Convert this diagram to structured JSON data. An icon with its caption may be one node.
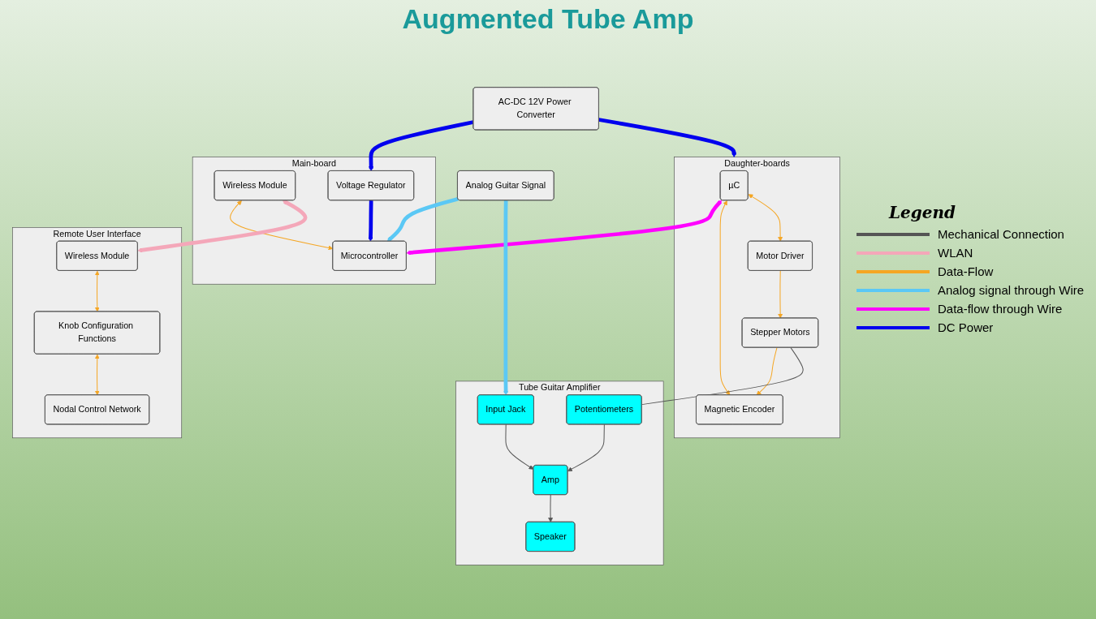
{
  "diagram": {
    "title": "Augmented Tube Amp",
    "nodes": [
      {
        "text": [
          "Main-board"
        ]
      },
      {
        "text": [
          "Wireless Module"
        ],
        "in": 0
      },
      {
        "text": [
          "Microcontroller"
        ],
        "in": 0
      },
      {
        "text": [
          "Voltage Regulator"
        ],
        "in": 0
      },
      {
        "text": [
          "Remote User Interface"
        ]
      },
      {
        "text": [
          "Wireless Module"
        ],
        "in": 4
      },
      {
        "text": [
          "Knob Configuration Functions"
        ],
        "in": 4
      },
      {
        "text": [
          "Nodal Control Network"
        ],
        "in": 4
      },
      {
        "text": [
          "Daughter-boards"
        ]
      },
      {
        "text": [
          "µC"
        ],
        "in": 8
      },
      {
        "text": [
          "Magnetic Encoder"
        ],
        "in": 8
      },
      {
        "text": [
          "Motor Driver"
        ],
        "in": 8
      },
      {
        "text": [
          "Stepper Motors"
        ],
        "in": 8
      },
      {
        "text": [
          "Analog Guitar Signal"
        ]
      },
      {
        "text": [
          "AC-DC 12V Power Converter"
        ]
      },
      {
        "text": [
          "Tube Guitar Amplifier"
        ]
      },
      {
        "text": [
          "Potentiometers"
        ],
        "in": 15
      },
      {
        "text": [
          "Input Jack"
        ],
        "in": 15
      },
      {
        "text": [
          "Amp"
        ],
        "in": 15
      },
      {
        "text": [
          "Speaker"
        ],
        "in": 15
      }
    ],
    "edges": [
      {
        "from": 1,
        "to": 2,
        "arrow": "both"
      },
      {
        "from": 1,
        "to": 5,
        "arrow": "both",
        "style": "thick",
        "color": "#f4a7b9"
      },
      {
        "from": 5,
        "to": 6,
        "arrow": "both"
      },
      {
        "from": 6,
        "to": 7,
        "arrow": "both"
      },
      {
        "from": 9,
        "to": 2,
        "arrow": "both",
        "style": "thick",
        "color": "#ff00ff"
      },
      {
        "from": 9,
        "to": 10,
        "arrow": "both"
      },
      {
        "from": 9,
        "to": 11,
        "arrow": "both"
      },
      {
        "from": 12,
        "to": 10,
        "arrow": "to"
      },
      {
        "from": 11,
        "to": 12,
        "arrow": "to"
      },
      {
        "from": 3,
        "to": 2,
        "arrow": "to",
        "style": "thick",
        "color": "#0000ee"
      },
      {
        "from": 14,
        "to": 3,
        "arrow": "to",
        "style": "thick",
        "color": "#0000ee"
      },
      {
        "from": 14,
        "to": 8,
        "arrow": "to",
        "style": "thick",
        "color": "#0000ee"
      },
      {
        "from": 13,
        "to": 2,
        "arrow": "to",
        "style": "thick",
        "color": "#5bc8f5"
      },
      {
        "from": 13,
        "to": 17,
        "arrow": "to",
        "style": "thick",
        "color": "#5bc8f5"
      },
      {
        "from": 12,
        "to": 16,
        "arrow": "none",
        "color": "#555555"
      },
      {
        "from": 16,
        "to": 18,
        "arrow": "to",
        "color": "#555555"
      },
      {
        "from": 17,
        "to": 18,
        "arrow": "to",
        "color": "#555555"
      },
      {
        "from": 18,
        "to": 19,
        "arrow": "to",
        "color": "#555555"
      }
    ],
    "labels": [
      "Legend"
    ],
    "legend": [
      {
        "text": "Mechanical Connection",
        "color": "#555555"
      },
      {
        "text": "WLAN",
        "color": "#f4a7b9"
      },
      {
        "text": "Data-Flow",
        "color": "#f5a623"
      },
      {
        "text": "Analog signal through Wire",
        "color": "#5bc8f5"
      },
      {
        "text": "Data-flow through Wire",
        "color": "#ff00ff"
      },
      {
        "text": "DC Power",
        "color": "#0000ee"
      }
    ]
  }
}
